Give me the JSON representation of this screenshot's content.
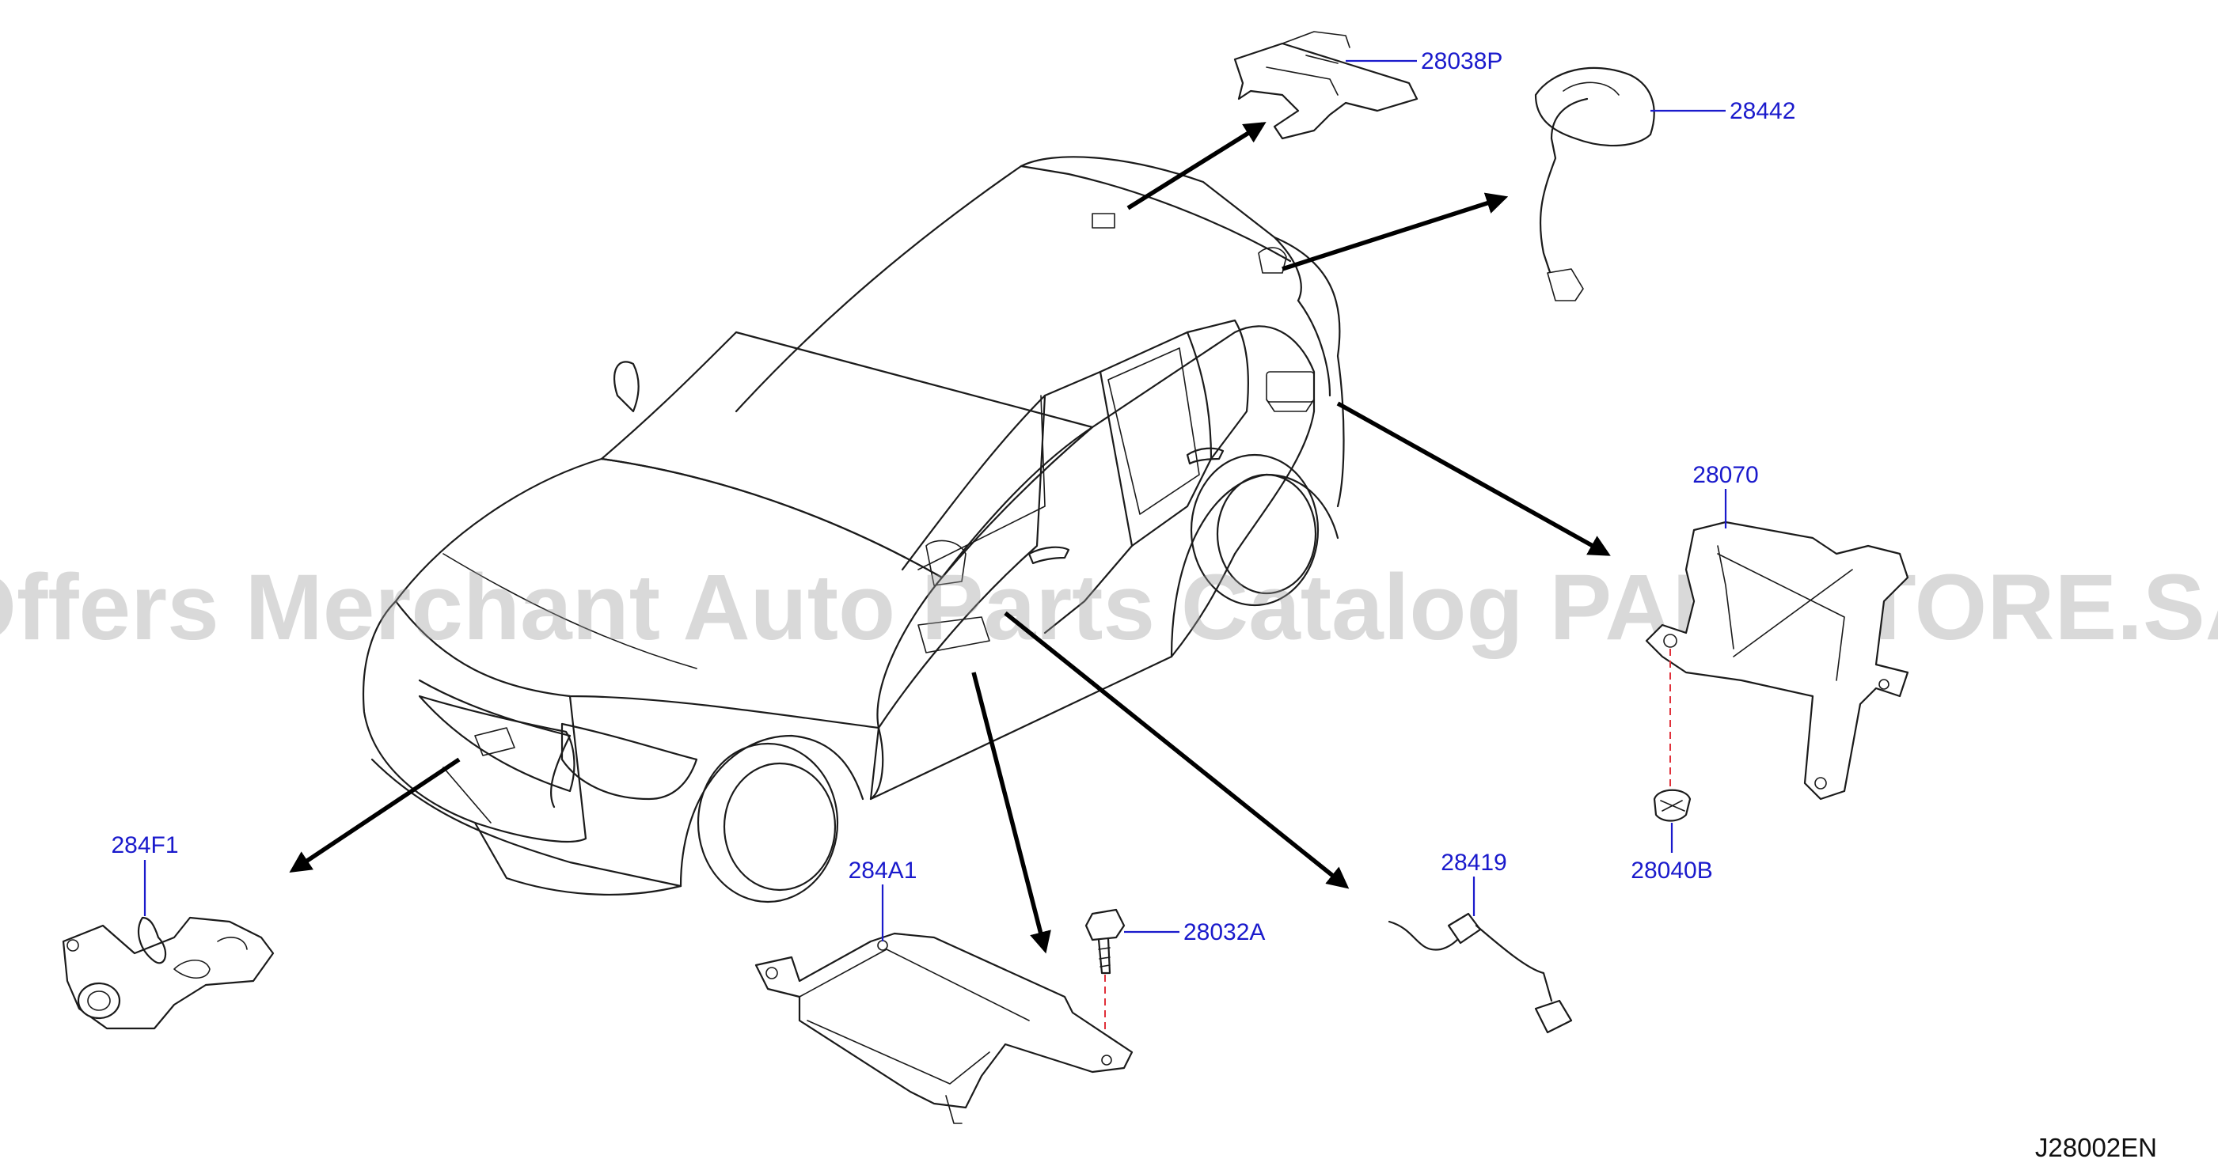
{
  "diagram": {
    "watermark": "Offers Merchant Auto Parts Catalog PARTSTORE.SA",
    "diagram_code": "J28002EN",
    "part_labels": {
      "p28038P": "28038P",
      "p28442": "28442",
      "p28070": "28070",
      "p28040B": "28040B",
      "p28419": "28419",
      "p28032A": "28032A",
      "p284A1": "284A1",
      "p284F1": "284F1"
    },
    "colors": {
      "label": "#1a1acc",
      "linework": "#1b1b1b",
      "arrows": "#000000",
      "dashed_guide": "#e0303a",
      "watermark": "#9a9a9a"
    }
  }
}
